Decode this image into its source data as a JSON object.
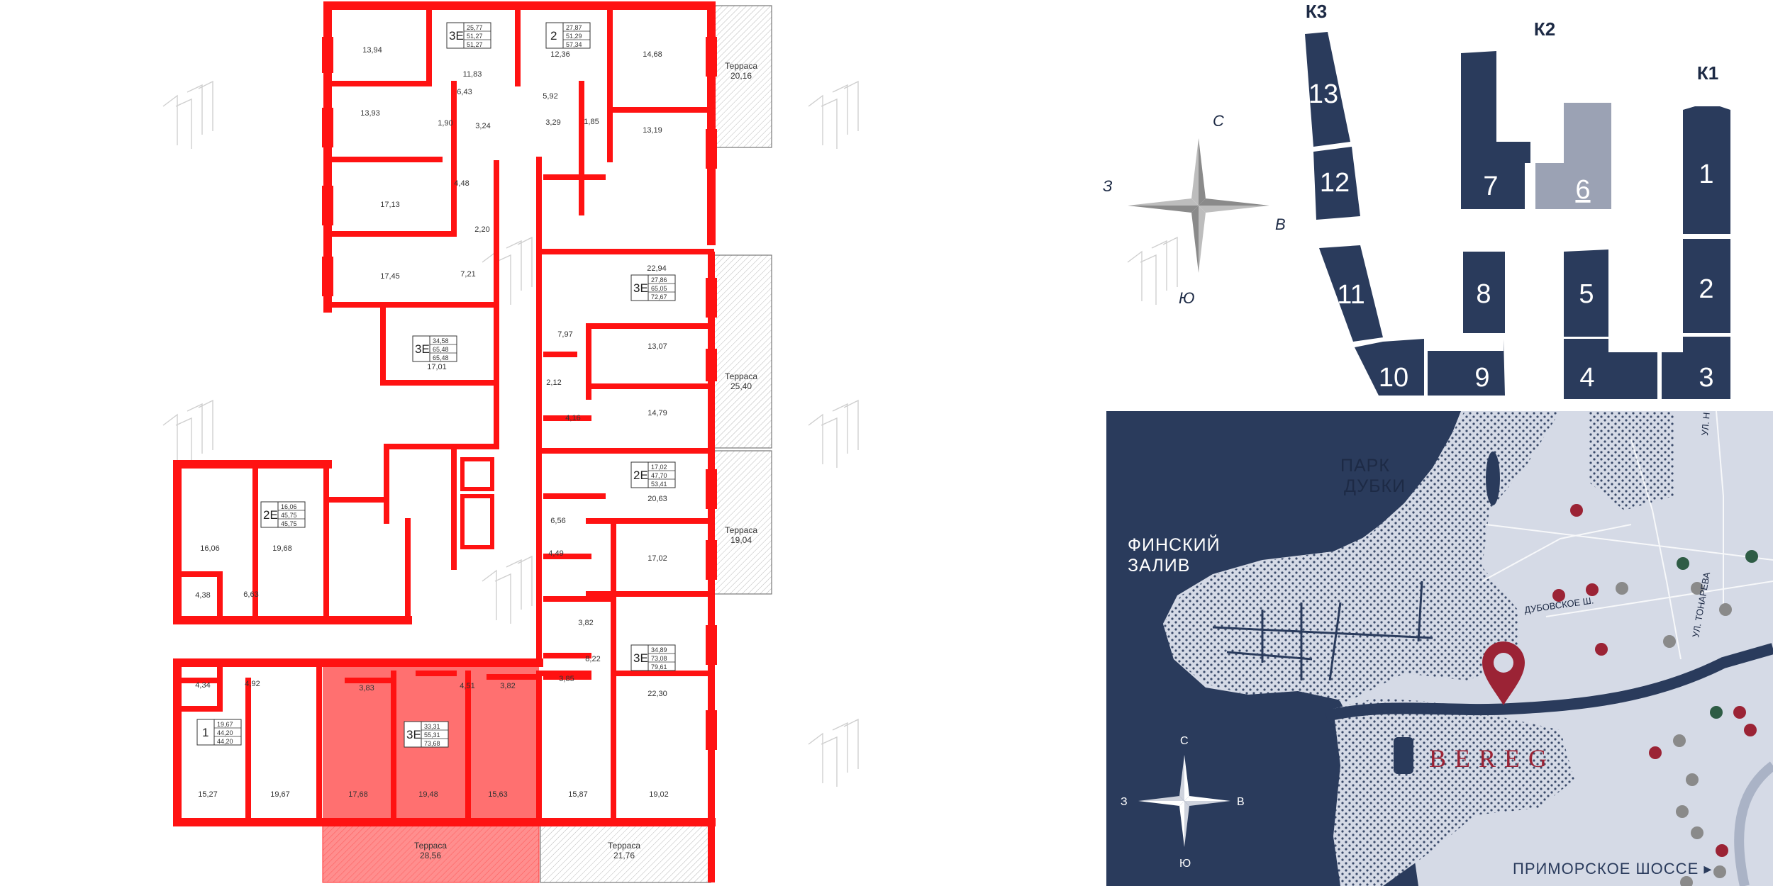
{
  "floor_plan": {
    "rooms": [
      {
        "id": "r1",
        "area": "13,94"
      },
      {
        "id": "r2",
        "area": "11,83"
      },
      {
        "id": "r3",
        "area": "12,36"
      },
      {
        "id": "r4",
        "area": "14,68"
      },
      {
        "id": "r5",
        "area": "6,43"
      },
      {
        "id": "r6",
        "area": "5,92"
      },
      {
        "id": "r7",
        "area": "13,93"
      },
      {
        "id": "r8",
        "area": "1,90"
      },
      {
        "id": "r9",
        "area": "3,24"
      },
      {
        "id": "r10",
        "area": "3,29"
      },
      {
        "id": "r11",
        "area": "1,85"
      },
      {
        "id": "r12",
        "area": "13,19"
      },
      {
        "id": "r13",
        "area": "4,48"
      },
      {
        "id": "r14",
        "area": "17,13"
      },
      {
        "id": "r15",
        "area": "2,20"
      },
      {
        "id": "r16",
        "area": "17,45"
      },
      {
        "id": "r17",
        "area": "7,21"
      },
      {
        "id": "r18",
        "area": "22,94"
      },
      {
        "id": "r19",
        "area": "7,97"
      },
      {
        "id": "r20",
        "area": "13,07"
      },
      {
        "id": "r21",
        "area": "17,01"
      },
      {
        "id": "r22",
        "area": "2,12"
      },
      {
        "id": "r23",
        "area": "4,16"
      },
      {
        "id": "r24",
        "area": "14,79"
      },
      {
        "id": "r25",
        "area": "16,06"
      },
      {
        "id": "r26",
        "area": "19,68"
      },
      {
        "id": "r27",
        "area": "20,63"
      },
      {
        "id": "r28",
        "area": "6,56"
      },
      {
        "id": "r29",
        "area": "4,49"
      },
      {
        "id": "r30",
        "area": "17,02"
      },
      {
        "id": "r31",
        "area": "4,38"
      },
      {
        "id": "r32",
        "area": "6,63"
      },
      {
        "id": "r33",
        "area": "3,82"
      },
      {
        "id": "r34",
        "area": "8,22"
      },
      {
        "id": "r35",
        "area": "4,34"
      },
      {
        "id": "r36",
        "area": "4,92"
      },
      {
        "id": "r37",
        "area": "3,83"
      },
      {
        "id": "r38",
        "area": "4,51"
      },
      {
        "id": "r39",
        "area": "3,82"
      },
      {
        "id": "r40",
        "area": "3,85"
      },
      {
        "id": "r41",
        "area": "22,30"
      },
      {
        "id": "r42",
        "area": "15,27"
      },
      {
        "id": "r43",
        "area": "19,67"
      },
      {
        "id": "r44",
        "area": "17,68"
      },
      {
        "id": "r45",
        "area": "19,48"
      },
      {
        "id": "r46",
        "area": "15,63"
      },
      {
        "id": "r47",
        "area": "15,87"
      },
      {
        "id": "r48",
        "area": "19,02"
      }
    ],
    "badges": [
      {
        "code": "3Е",
        "a": "25,77",
        "b": "51,27",
        "c": "51,27"
      },
      {
        "code": "2",
        "a": "27,87",
        "b": "51,29",
        "c": "57,34"
      },
      {
        "code": "3Е",
        "a": "27,86",
        "b": "65,05",
        "c": "72,67"
      },
      {
        "code": "3Е",
        "a": "34,58",
        "b": "65,48",
        "c": "65,48"
      },
      {
        "code": "2Е",
        "a": "16,06",
        "b": "45,75",
        "c": "45,75"
      },
      {
        "code": "2Е",
        "a": "17,02",
        "b": "47,70",
        "c": "53,41"
      },
      {
        "code": "3Е",
        "a": "34,89",
        "b": "73,08",
        "c": "79,61"
      },
      {
        "code": "1",
        "a": "19,67",
        "b": "44,20",
        "c": "44,20"
      },
      {
        "code": "3Е",
        "a": "33,31",
        "b": "55,31",
        "c": "73,68"
      }
    ],
    "terraces": [
      {
        "name": "Терраса",
        "area": "20,16"
      },
      {
        "name": "Терраса",
        "area": "25,40"
      },
      {
        "name": "Терраса",
        "area": "19,04"
      },
      {
        "name": "Терраса",
        "area": "28,56"
      },
      {
        "name": "Терраса",
        "area": "21,76"
      }
    ]
  },
  "compass": {
    "north": "С",
    "south": "Ю",
    "west": "З",
    "east": "В"
  },
  "site_plan": {
    "sections": [
      {
        "label": "К3"
      },
      {
        "label": "К2"
      },
      {
        "label": "К1"
      }
    ],
    "buildings": [
      "13",
      "12",
      "11",
      "10",
      "9",
      "8",
      "7",
      "6",
      "5",
      "4",
      "3",
      "2",
      "1"
    ],
    "colors": {
      "building": "#2a3b5c",
      "selected_building": "#9ba2b4"
    }
  },
  "location_map": {
    "park": [
      "ПАРК",
      "ДУБКИ"
    ],
    "gulf": [
      "ФИНСКИЙ",
      "ЗАЛИВ"
    ],
    "street_dubovskoe": "ДУБОВСКОЕ Ш.",
    "street_tonareva": "УЛ. ТОНАРЕВА",
    "street_other": "УЛ. Н",
    "brand": "BEREG",
    "highway": "ПРИМОРСКОЕ ШОССЕ ▸",
    "compass": {
      "north": "С",
      "south": "Ю",
      "west": "З",
      "east": "В"
    },
    "colors": {
      "sea": "#2a3b5c",
      "land": "#d5dae6",
      "pin": "#9b2335"
    }
  },
  "colors": {
    "wall": "#ff1212",
    "selected_apartment": "#ff6464"
  }
}
